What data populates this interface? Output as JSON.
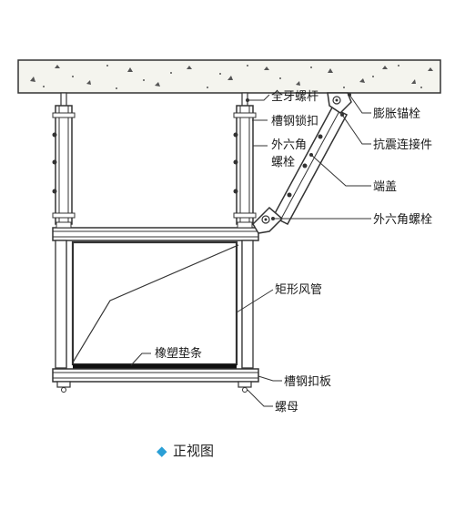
{
  "diagram": {
    "labels": {
      "full_thread_rod": "全牙螺杆",
      "channel_lock": "槽钢锁扣",
      "hex_bolt_left_1": "外六角",
      "hex_bolt_left_2": "螺栓",
      "expansion_anchor": "膨胀锚栓",
      "seismic_connector": "抗震连接件",
      "end_cap": "端盖",
      "hex_bolt_right": "外六角螺栓",
      "rect_duct": "矩形风管",
      "rubber_pad": "橡塑垫条",
      "channel_clamp_plate": "槽钢扣板",
      "nut": "螺母"
    },
    "caption_marker": "◆",
    "caption": "正视图",
    "colors": {
      "accent": "#2a9fd6",
      "line": "#333333",
      "slab": "#f4f4ee"
    }
  }
}
